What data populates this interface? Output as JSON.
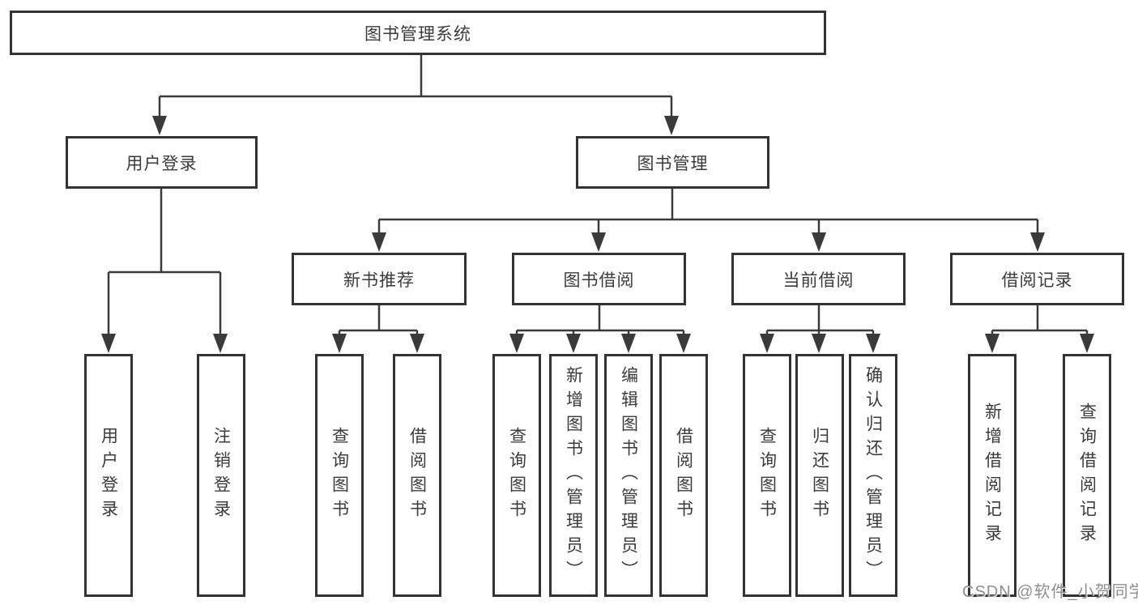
{
  "colors": {
    "line": "#3a3a3a",
    "border": "#333333",
    "text": "#3b3b3b",
    "watermark": "#8f8f8f",
    "background": "#ffffff"
  },
  "diagram": {
    "root": "图书管理系统",
    "branches": [
      {
        "label": "用户登录",
        "children": [
          "用户登录",
          "注销登录"
        ]
      },
      {
        "label": "图书管理",
        "sections": [
          {
            "label": "新书推荐",
            "children": [
              "查询图书",
              "借阅图书"
            ]
          },
          {
            "label": "图书借阅",
            "children": [
              "查询图书",
              "新增图书（管理员）",
              "编辑图书（管理员）",
              "借阅图书"
            ]
          },
          {
            "label": "当前借阅",
            "children": [
              "查询图书",
              "归还图书",
              "确认归还（管理员）"
            ]
          },
          {
            "label": "借阅记录",
            "children": [
              "新增借阅记录",
              "查询借阅记录"
            ]
          }
        ]
      }
    ]
  },
  "watermark": {
    "text": "CSDN @软件_小贺同学"
  }
}
